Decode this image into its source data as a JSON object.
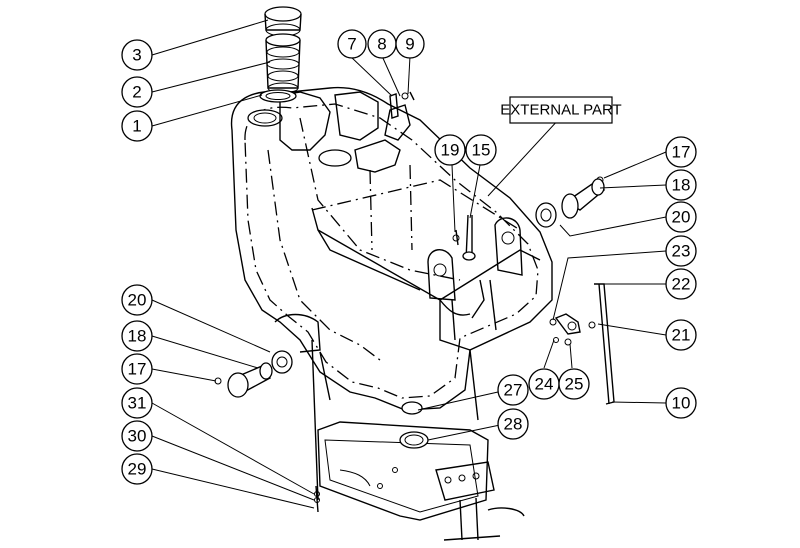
{
  "external_part_label": "EXTERNAL PART",
  "callouts": [
    {
      "id": "c3",
      "label": "3"
    },
    {
      "id": "c2",
      "label": "2"
    },
    {
      "id": "c1",
      "label": "1"
    },
    {
      "id": "c7",
      "label": "7"
    },
    {
      "id": "c8",
      "label": "8"
    },
    {
      "id": "c9",
      "label": "9"
    },
    {
      "id": "c19",
      "label": "19"
    },
    {
      "id": "c15",
      "label": "15"
    },
    {
      "id": "c17r",
      "label": "17"
    },
    {
      "id": "c18r",
      "label": "18"
    },
    {
      "id": "c20r",
      "label": "20"
    },
    {
      "id": "c23",
      "label": "23"
    },
    {
      "id": "c22",
      "label": "22"
    },
    {
      "id": "c21",
      "label": "21"
    },
    {
      "id": "c24",
      "label": "24"
    },
    {
      "id": "c25",
      "label": "25"
    },
    {
      "id": "c10",
      "label": "10"
    },
    {
      "id": "c20l",
      "label": "20"
    },
    {
      "id": "c18l",
      "label": "18"
    },
    {
      "id": "c17l",
      "label": "17"
    },
    {
      "id": "c31",
      "label": "31"
    },
    {
      "id": "c30",
      "label": "30"
    },
    {
      "id": "c29",
      "label": "29"
    },
    {
      "id": "c27",
      "label": "27"
    },
    {
      "id": "c28",
      "label": "28"
    }
  ]
}
